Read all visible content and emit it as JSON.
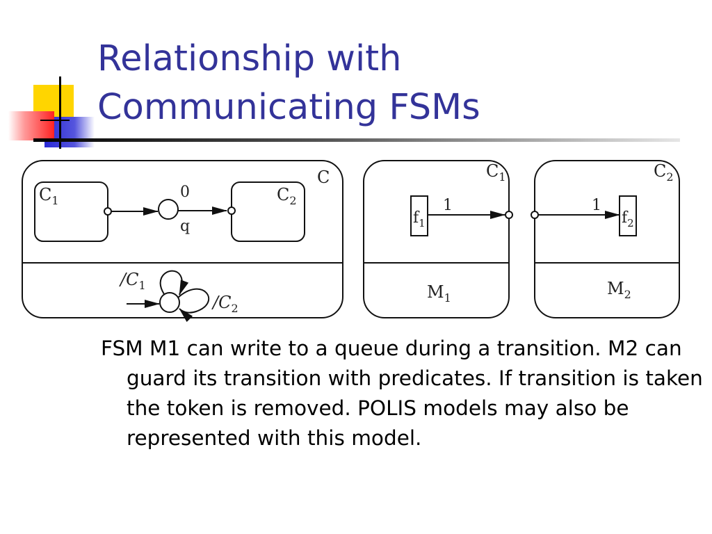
{
  "slide": {
    "title_line1": "Relationship with",
    "title_line2": "Communicating FSMs",
    "body": "FSM M1 can write to a queue during a transition. M2 can guard its transition with predicates. If transition is taken the token is removed. POLIS models may also be represented with this model."
  },
  "diagram": {
    "left_panel": {
      "label": "C",
      "state_c1": {
        "main": "C",
        "sub": "1"
      },
      "state_c2": {
        "main": "C",
        "sub": "2"
      },
      "queue_in_label": "0",
      "queue_out_label": "q",
      "emit_c1": {
        "prefix": "/C",
        "sub": "1"
      },
      "emit_c2": {
        "prefix": "/C",
        "sub": "2"
      }
    },
    "m1_panel": {
      "corner": {
        "main": "C",
        "sub": "1"
      },
      "box": {
        "main": "f",
        "sub": "1"
      },
      "arrow_label": "1",
      "name": {
        "main": "M",
        "sub": "1"
      }
    },
    "m2_panel": {
      "corner": {
        "main": "C",
        "sub": "2"
      },
      "box": {
        "main": "f",
        "sub": "2"
      },
      "arrow_label": "1",
      "name": {
        "main": "M",
        "sub": "2"
      }
    }
  },
  "colors": {
    "title": "#333399",
    "deco_yellow": "#ffd700",
    "deco_blue": "#3333cc",
    "deco_red": "#ff3333"
  }
}
